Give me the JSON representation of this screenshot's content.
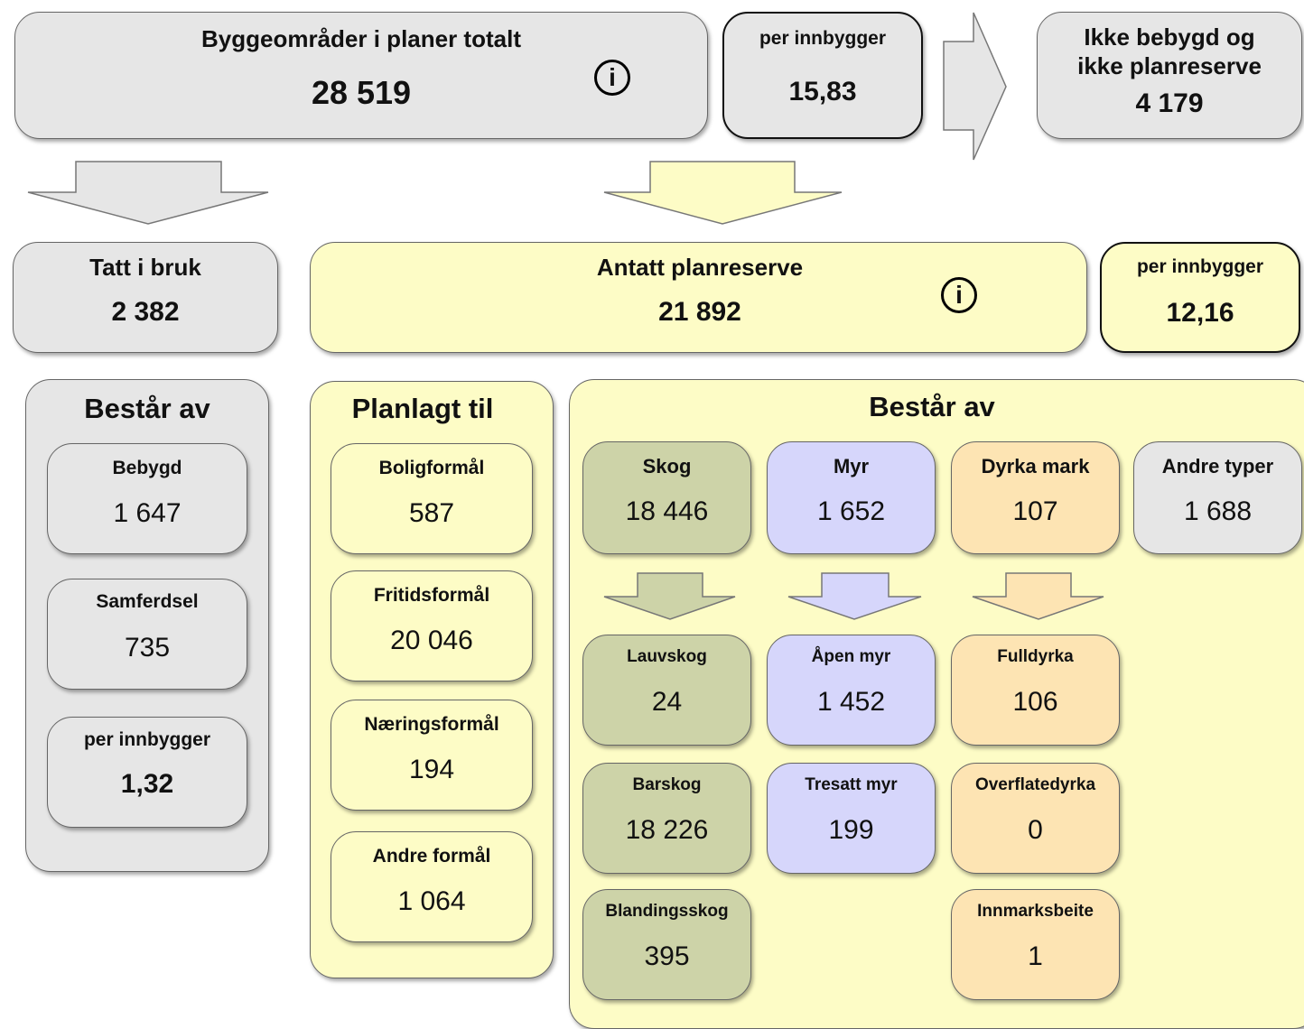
{
  "top": {
    "total": {
      "title": "Byggeområder i planer totalt",
      "value": "28 519",
      "info_icon": "info-icon"
    },
    "total_per_capita": {
      "title": "per innbygger",
      "value": "15,83"
    },
    "not_built": {
      "title_line1": "Ikke bebygd og",
      "title_line2": "ikke planreserve",
      "value": "4 179"
    }
  },
  "used": {
    "header": {
      "title": "Tatt i bruk",
      "value": "2 382"
    },
    "group_title": "Består av",
    "items": [
      {
        "title": "Bebygd",
        "value": "1 647"
      },
      {
        "title": "Samferdsel",
        "value": "735"
      },
      {
        "title": "per innbygger",
        "value": "1,32"
      }
    ]
  },
  "reserve": {
    "header": {
      "title": "Antatt planreserve",
      "value": "21 892",
      "info_icon": "info-icon"
    },
    "per_capita": {
      "title": "per innbygger",
      "value": "12,16"
    },
    "planned": {
      "title": "Planlagt til",
      "items": [
        {
          "title": "Boligformål",
          "value": "587"
        },
        {
          "title": "Fritidsformål",
          "value": "20 046"
        },
        {
          "title": "Næringsformål",
          "value": "194"
        },
        {
          "title": "Andre formål",
          "value": "1 064"
        }
      ]
    },
    "consists": {
      "title": "Består av",
      "skog": {
        "title": "Skog",
        "value": "18 446",
        "subs": [
          {
            "title": "Lauvskog",
            "value": "24"
          },
          {
            "title": "Barskog",
            "value": "18 226"
          },
          {
            "title": "Blandingsskog",
            "value": "395"
          }
        ]
      },
      "myr": {
        "title": "Myr",
        "value": "1 652",
        "subs": [
          {
            "title": "Åpen myr",
            "value": "1 452"
          },
          {
            "title": "Tresatt myr",
            "value": "199"
          }
        ]
      },
      "dyrka": {
        "title": "Dyrka mark",
        "value": "107",
        "subs": [
          {
            "title": "Fulldyrka",
            "value": "106"
          },
          {
            "title": "Overflatedyrka",
            "value": "0"
          },
          {
            "title": "Innmarksbeite",
            "value": "1"
          }
        ]
      },
      "andre": {
        "title": "Andre typer",
        "value": "1 688"
      }
    }
  },
  "colors": {
    "gray": "#e6e6e6",
    "yellow": "#fdfcc6",
    "green": "#cdd3a8",
    "blue": "#d6d6fb",
    "orange": "#fde4b3"
  }
}
